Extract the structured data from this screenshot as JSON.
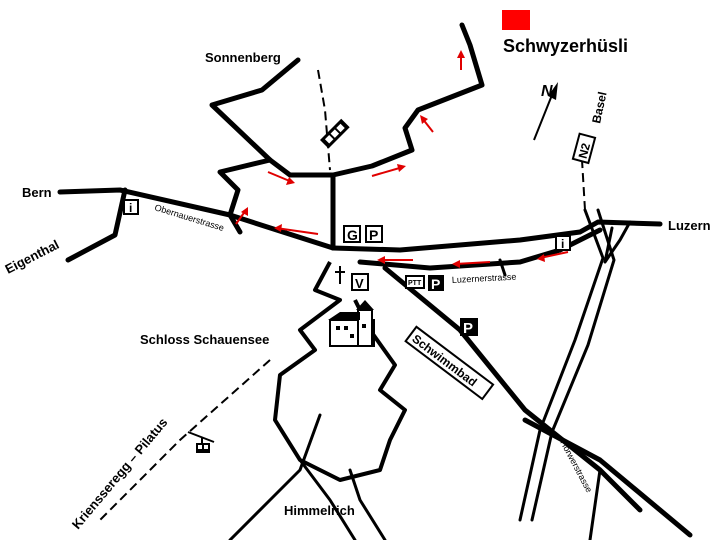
{
  "map": {
    "destination": {
      "label": "Schwyzerhüsli",
      "marker_color": "#ff0000"
    },
    "route_arrow_color": "#e00000",
    "places": {
      "sonnenberg": "Sonnenberg",
      "bern": "Bern",
      "eigenthal": "Eigenthal",
      "luzern": "Luzern",
      "schloss": "Schloss Schauensee",
      "himmelrich": "Himmelrich",
      "kriens_pilatus": "Kriensseregg – Pilatus",
      "basel": "Basel"
    },
    "streets": {
      "obernauerstrasse": "Obernauerstrasse",
      "luzernerstrasse": "Luzernerstrasse",
      "horwerstrasse": "Horwerstrasse",
      "schwimmbad": "Schwimmbad"
    },
    "motorway": "N2",
    "north": "N",
    "signs": {
      "garage": "G",
      "parking": "P",
      "v": "V",
      "ptt": "PTT",
      "info": "i"
    },
    "icons": [
      "cable-car-icon",
      "church-cross-icon",
      "info-icon",
      "funicular-icon",
      "castle-icon",
      "north-arrow-icon",
      "parking-icon"
    ]
  }
}
